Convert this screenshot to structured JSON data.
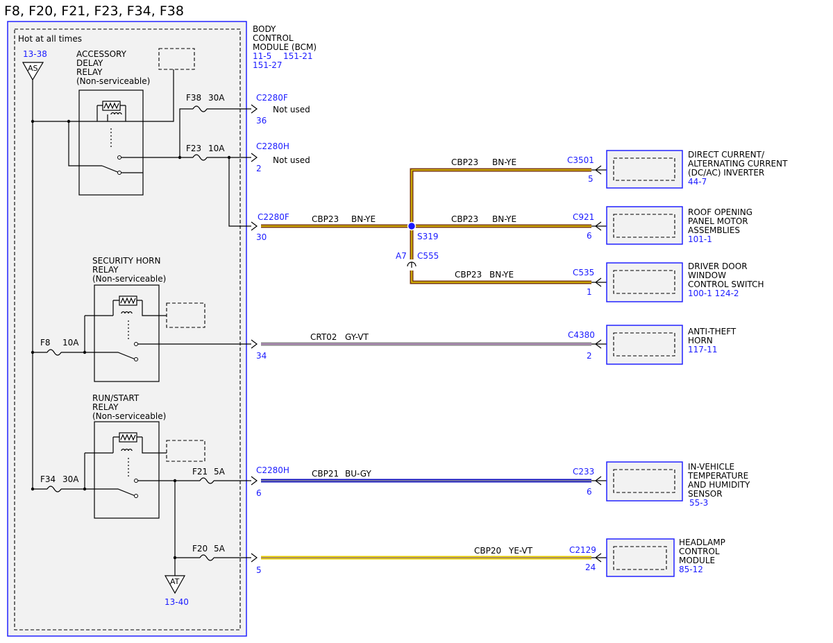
{
  "page_title": "F8, F20, F21, F23, F34, F38",
  "bcm": {
    "hot_label": "Hot at all times",
    "name": [
      "BODY",
      "CONTROL",
      "MODULE (BCM)"
    ],
    "ref_line1a": "11-5",
    "ref_line1b": "151-21",
    "ref_line2": "151-27",
    "as_ref": "13-38",
    "as_label": "AS",
    "at_ref": "13-40",
    "at_label": "AT"
  },
  "relays": {
    "accessory": [
      "ACCESSORY",
      "DELAY",
      "RELAY",
      "(Non-serviceable)"
    ],
    "security": [
      "SECURITY HORN",
      "RELAY",
      "(Non-serviceable)"
    ],
    "runstart": [
      "RUN/START",
      "RELAY",
      "(Non-serviceable)"
    ]
  },
  "fuses": {
    "f38": "F38",
    "f38_rating": "30A",
    "f23": "F23",
    "f23_rating": "10A",
    "f8": "F8",
    "f8_rating": "10A",
    "f34": "F34",
    "f34_rating": "30A",
    "f21": "F21",
    "f21_rating": "5A",
    "f20": "F20",
    "f20_rating": "5A"
  },
  "bcm_pins": [
    {
      "connector": "C2280F",
      "pin": "36",
      "note": "Not used"
    },
    {
      "connector": "C2280H",
      "pin": "2",
      "note": "Not used"
    },
    {
      "connector": "C2280F",
      "pin": "30"
    },
    {
      "pin": "34"
    },
    {
      "connector": "C2280H",
      "pin": "6"
    },
    {
      "pin": "5"
    }
  ],
  "splice": {
    "name": "S319",
    "conn_pin": "A7",
    "conn": "C555"
  },
  "wires": {
    "w_main": {
      "circuit": "CBP23",
      "color": "BN-YE"
    },
    "w_dcac": {
      "circuit": "CBP23",
      "color": "BN-YE"
    },
    "w_roof": {
      "circuit": "CBP23",
      "color": "BN-YE"
    },
    "w_door": {
      "circuit": "CBP23",
      "color": "BN-YE"
    },
    "w_horn": {
      "circuit": "CRT02",
      "color": "GY-VT"
    },
    "w_temp": {
      "circuit": "CBP21",
      "color": "BU-GY"
    },
    "w_head": {
      "circuit": "CBP20",
      "color": "YE-VT"
    }
  },
  "components": [
    {
      "connector": "C3501",
      "pin": "5",
      "name": [
        "DIRECT CURRENT/",
        "ALTERNATING CURRENT",
        "(DC/AC) INVERTER"
      ],
      "ref": "44-7"
    },
    {
      "connector": "C921",
      "pin": "6",
      "name": [
        "ROOF OPENING",
        "PANEL MOTOR",
        "ASSEMBLIES"
      ],
      "ref": "101-1"
    },
    {
      "connector": "C535",
      "pin": "1",
      "name": [
        "DRIVER DOOR",
        "WINDOW",
        "CONTROL SWITCH"
      ],
      "ref": "100-1  124-2"
    },
    {
      "connector": "C4380",
      "pin": "2",
      "name": [
        "ANTI-THEFT",
        "HORN"
      ],
      "ref": "117-11"
    },
    {
      "connector": "C233",
      "pin": "6",
      "name": [
        "IN-VEHICLE",
        "TEMPERATURE",
        "AND HUMIDITY",
        "SENSOR"
      ],
      "ref": "55-3"
    },
    {
      "connector": "C2129",
      "pin": "24",
      "name": [
        "HEADLAMP",
        "CONTROL",
        "MODULE"
      ],
      "ref": "85-12"
    }
  ],
  "colors": {
    "connector_blue": "#1a1aff",
    "module_fill": "#f2f2f2",
    "wire_bn_ye": [
      "#7a3a10",
      "#e8d000"
    ],
    "wire_gy_vt": [
      "#8c8c8c",
      "#8a3a9a"
    ],
    "wire_bu_gy": [
      "#1010c0",
      "#9a9a9a"
    ],
    "wire_ye_vt": [
      "#e8d000",
      "#8a3a9a"
    ]
  }
}
